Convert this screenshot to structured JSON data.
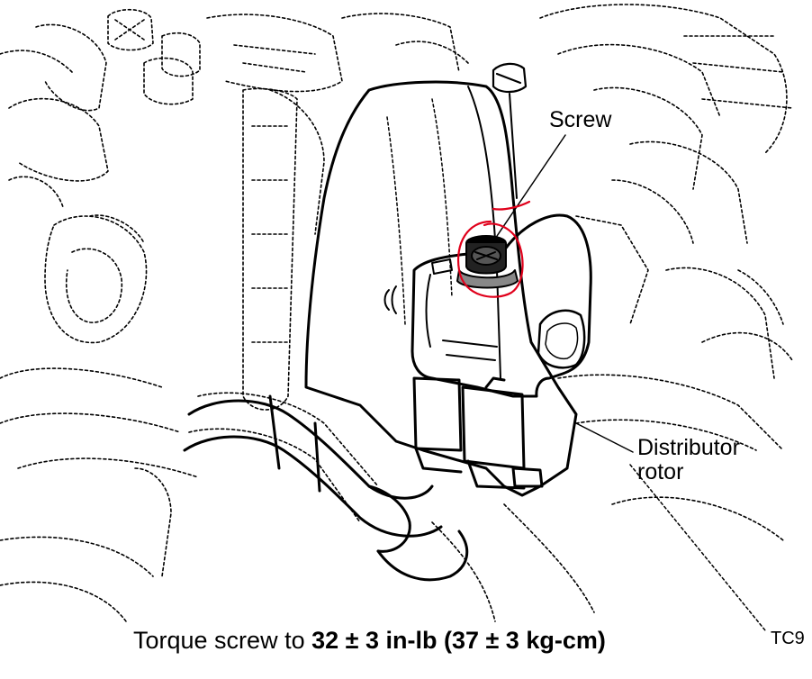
{
  "labels": {
    "screw": "Screw",
    "rotor_line1": "Distributor",
    "rotor_line2": "rotor"
  },
  "caption": {
    "prefix": "Torque screw to ",
    "value1": "32 ± 3 in-lb",
    "middle": " (",
    "value2": "37 ± 3 kg-cm",
    "suffix": ")"
  },
  "figure_code": "TC9",
  "colors": {
    "ink": "#000000",
    "highlight": "#e0001b",
    "paper": "#ffffff"
  }
}
